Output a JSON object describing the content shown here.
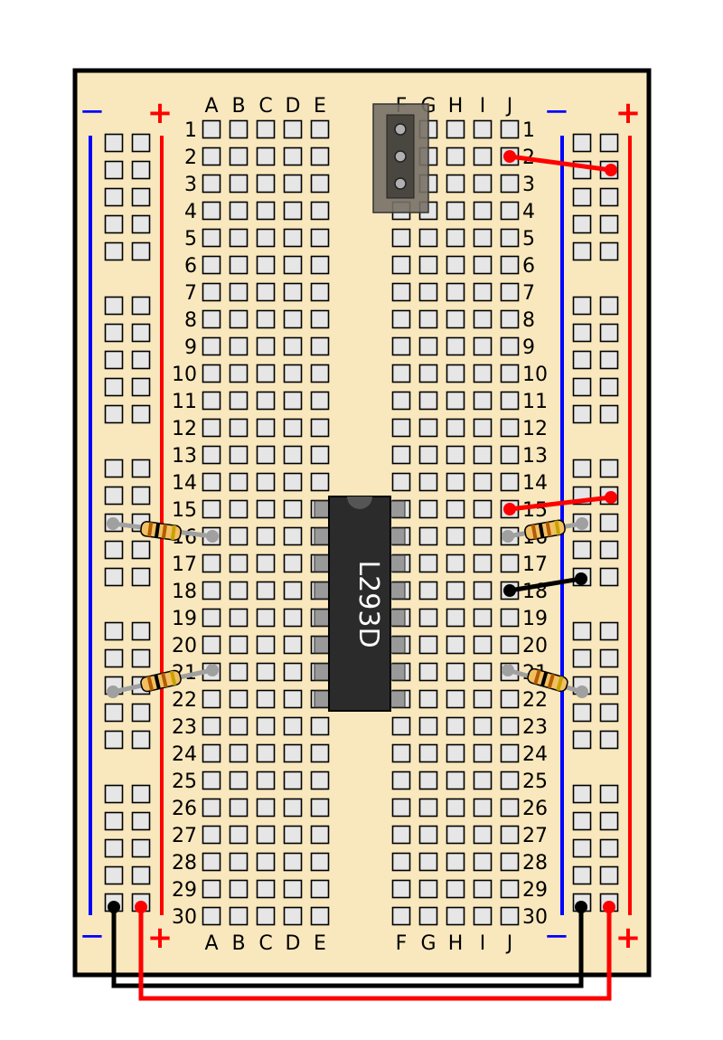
{
  "breadboard": {
    "column_labels_left": [
      "A",
      "B",
      "C",
      "D",
      "E"
    ],
    "column_labels_right": [
      "F",
      "G",
      "H",
      "I",
      "J"
    ],
    "row_labels": [
      "1",
      "2",
      "3",
      "4",
      "5",
      "6",
      "7",
      "8",
      "9",
      "10",
      "11",
      "12",
      "13",
      "14",
      "15",
      "16",
      "17",
      "18",
      "19",
      "20",
      "21",
      "22",
      "23",
      "24",
      "25",
      "26",
      "27",
      "28",
      "29",
      "30"
    ],
    "rail_minus_label": "−",
    "rail_plus_label": "+"
  },
  "chip": {
    "label": "L293D",
    "pins_per_side": 8
  },
  "colors": {
    "board": "#f9e8bd",
    "board_border": "#000000",
    "hole": "#e6e6e6",
    "rail_negative": "#0000ff",
    "rail_positive": "#ff0000",
    "wire_red": "#ff0000",
    "wire_black": "#000000",
    "chip_body": "#2b2b2b",
    "chip_text": "#ffffff",
    "chip_pin": "#999999",
    "resistor_body": "#f2c063",
    "resistor_lead": "#a0a0a0",
    "regulator_body": "#777066"
  },
  "icons": {
    "ic": "dip-ic-icon",
    "resistor": "resistor-icon",
    "wire": "jumper-wire-icon",
    "regulator": "three-pin-regulator-icon"
  }
}
